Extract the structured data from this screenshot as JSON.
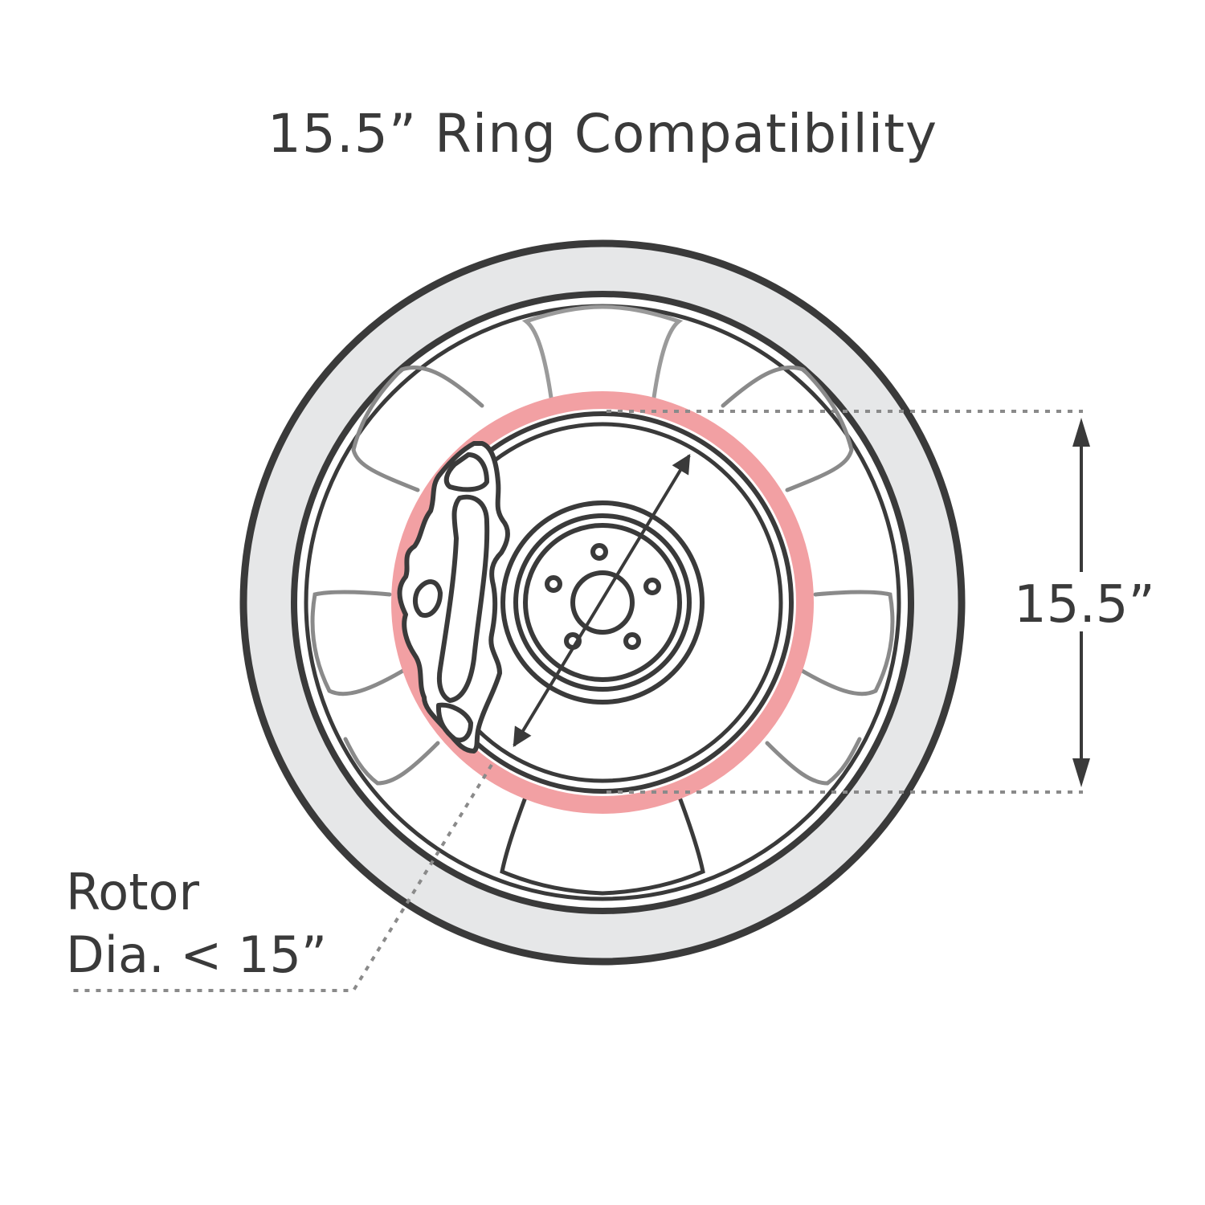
{
  "title": "15.5” Ring Compatibility",
  "dimension_label": "15.5”",
  "rotor_label": {
    "line1": "Rotor",
    "line2": "Dia. < 15”"
  },
  "colors": {
    "outline": "#3a3a3a",
    "tire_fill": "#e6e7e8",
    "ring_highlight": "#f2a0a3",
    "dotted": "#8a8a8a",
    "spoke_gradient": "#dcdcdc"
  }
}
